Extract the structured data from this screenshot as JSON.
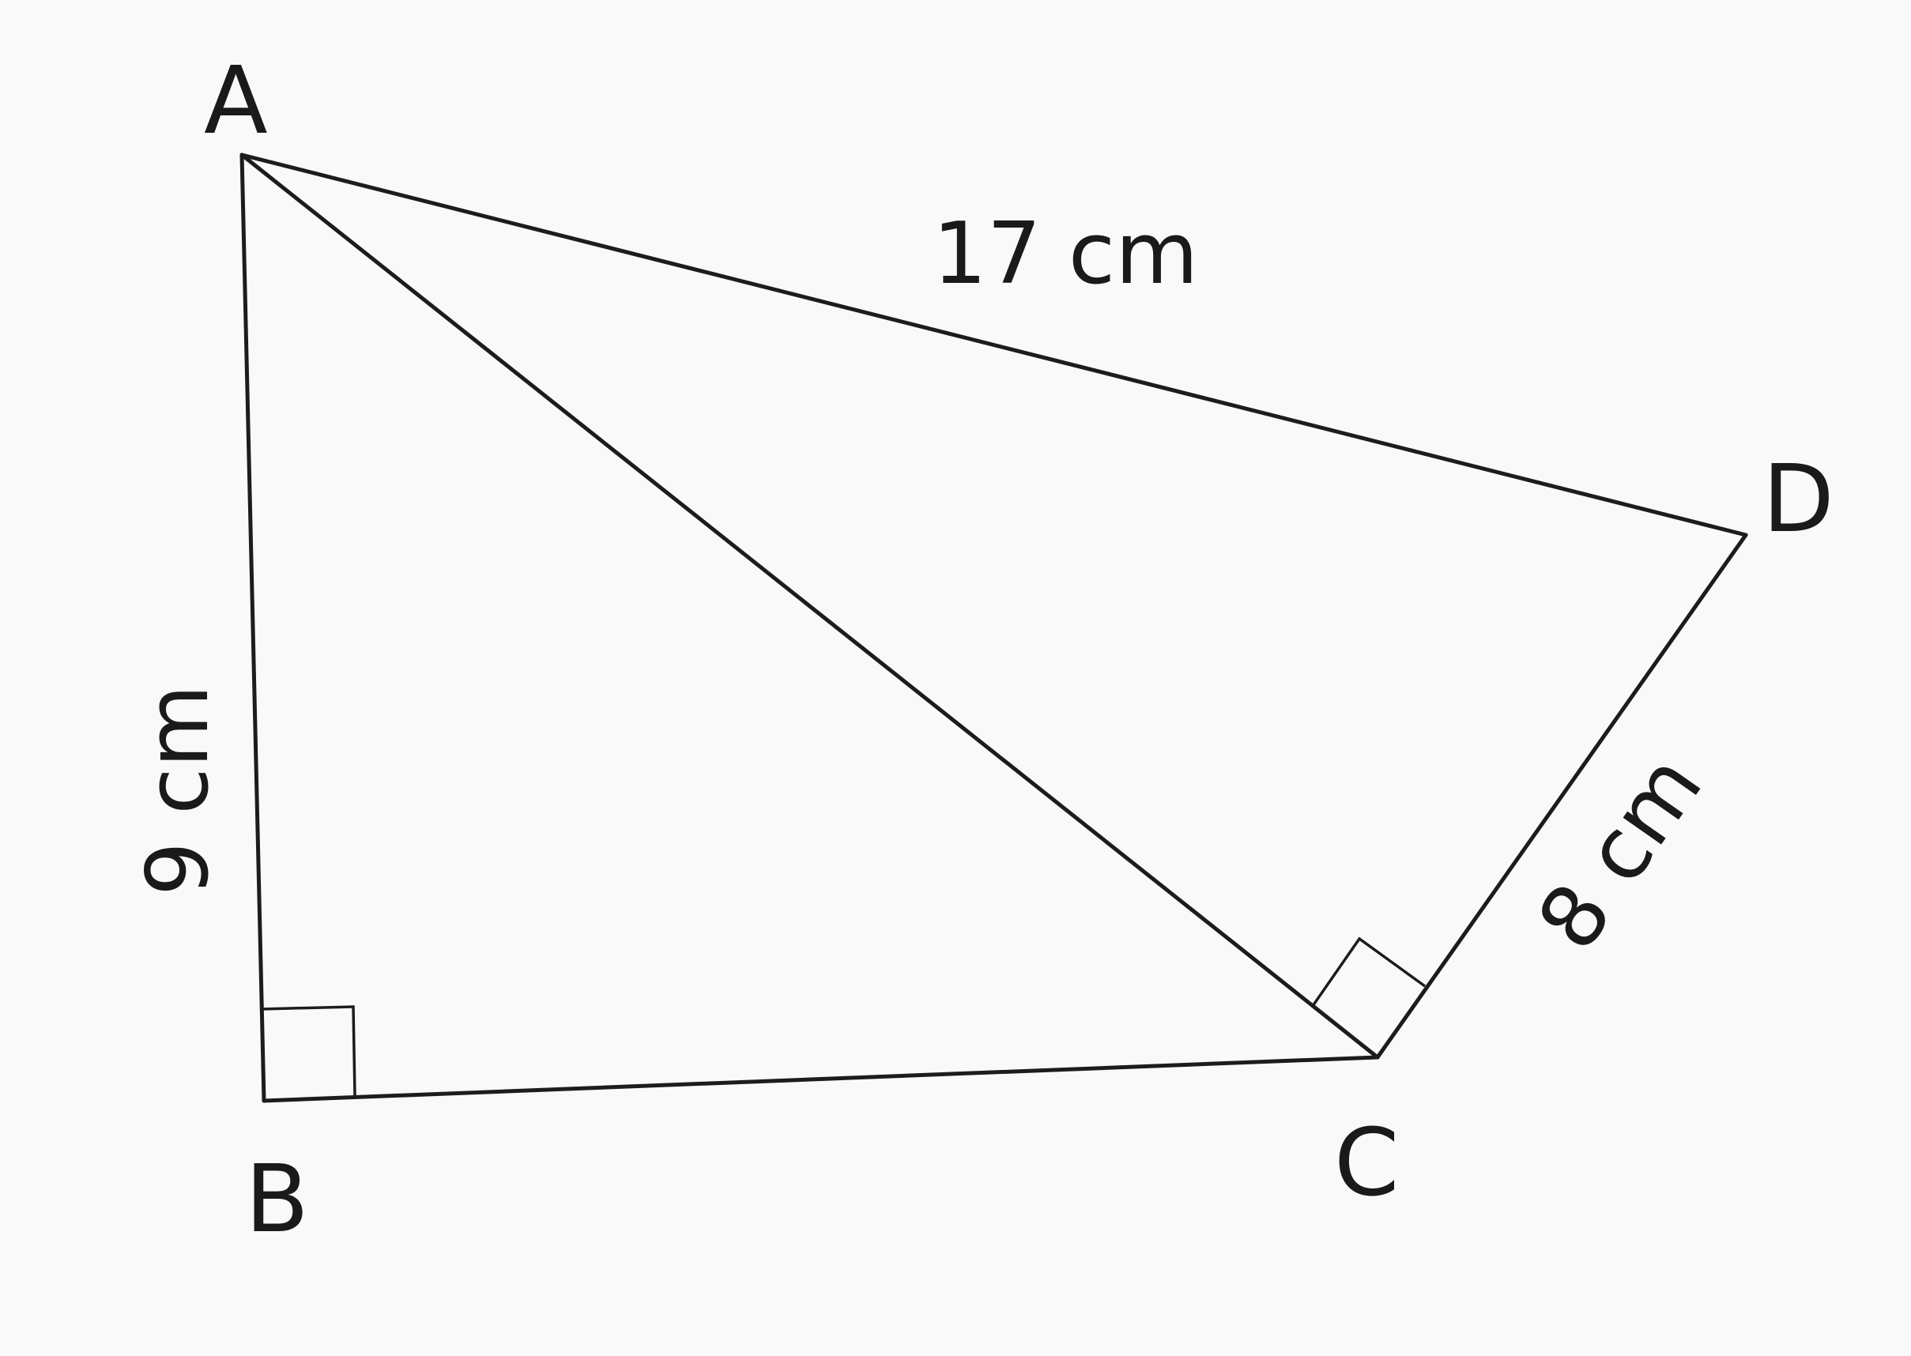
{
  "figure": {
    "vertices": {
      "A": "A",
      "B": "B",
      "C": "C",
      "D": "D"
    },
    "measurements": {
      "AD": "17 cm",
      "AB": "9 cm",
      "CD": "8 cm"
    },
    "right_angles": [
      "B",
      "C"
    ]
  }
}
